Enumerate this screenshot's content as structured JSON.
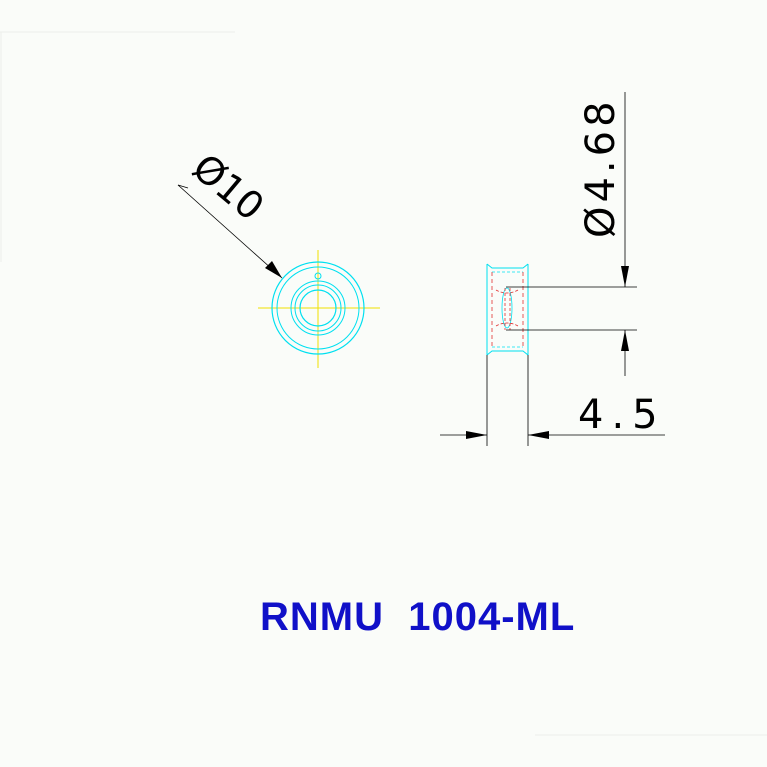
{
  "dimensions": {
    "outer_diameter": "Ø10",
    "bore_diameter": "Ø4.68",
    "width": "4.5"
  },
  "part_number": "RNMU  1004-ML",
  "colors": {
    "background": "#fafcf9",
    "dimension_lines": "#000000",
    "part_outline": "#00e0f0",
    "center_lines": "#f0e000",
    "hidden_lines": "#e03030",
    "title": "#1010c8"
  }
}
